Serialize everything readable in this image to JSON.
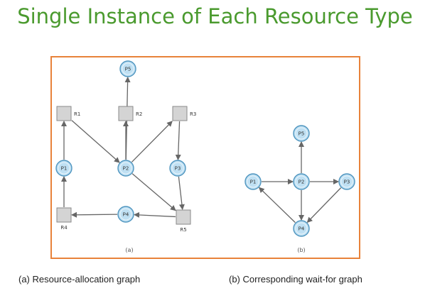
{
  "title": "Single Instance of Each Resource Type",
  "graph_a": {
    "sublabel": "(a)",
    "caption": "(a) Resource-allocation graph",
    "processes": [
      {
        "id": "P1",
        "label": "P1"
      },
      {
        "id": "P2",
        "label": "P2"
      },
      {
        "id": "P3",
        "label": "P3"
      },
      {
        "id": "P4",
        "label": "P4"
      },
      {
        "id": "P5",
        "label": "P5"
      }
    ],
    "resources": [
      {
        "id": "R1",
        "label": "R1"
      },
      {
        "id": "R2",
        "label": "R2"
      },
      {
        "id": "R3",
        "label": "R3"
      },
      {
        "id": "R4",
        "label": "R4"
      },
      {
        "id": "R5",
        "label": "R5"
      }
    ]
  },
  "graph_b": {
    "sublabel": "(b)",
    "caption": "(b) Corresponding wait-for graph",
    "processes": [
      {
        "id": "P1",
        "label": "P1"
      },
      {
        "id": "P2",
        "label": "P2"
      },
      {
        "id": "P3",
        "label": "P3"
      },
      {
        "id": "P4",
        "label": "P4"
      },
      {
        "id": "P5",
        "label": "P5"
      }
    ]
  },
  "colors": {
    "title": "#4a9a2e",
    "frame": "#e8823a",
    "process_fill": "#bfe0f3",
    "process_stroke": "#4f95bf",
    "resource_fill": "#d4d4d4",
    "resource_stroke": "#8a8a8a",
    "edge": "#666666"
  }
}
